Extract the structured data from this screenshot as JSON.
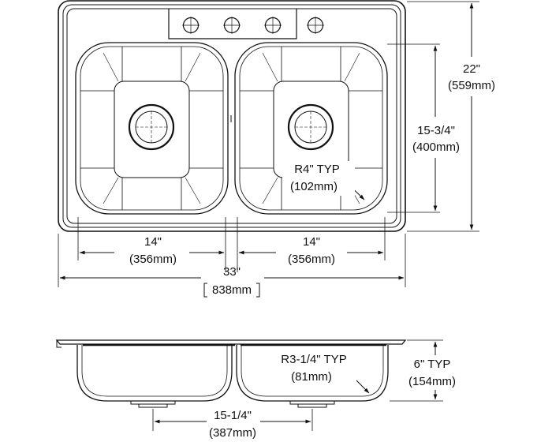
{
  "top_view": {
    "width_left_bowl": {
      "in": "14\"",
      "mm": "(356mm)"
    },
    "width_right_bowl": {
      "in": "14\"",
      "mm": "(356mm)"
    },
    "overall_width": {
      "in": "33\"",
      "mm": "838mm"
    },
    "overall_depth": {
      "in": "22\"",
      "mm": "(559mm)"
    },
    "bowl_depth": {
      "in": "15-3/4\"",
      "mm": "(400mm)"
    },
    "corner_radius": {
      "in": "R4\" TYP",
      "mm": "(102mm)"
    },
    "faucet_holes": 4
  },
  "side_view": {
    "bowl_depth": {
      "in": "6\" TYP",
      "mm": "(154mm)"
    },
    "bottom_radius": {
      "in": "R3-1/4\" TYP",
      "mm": "(81mm)"
    },
    "drain_spacing": {
      "in": "15-1/4\"",
      "mm": "(387mm)"
    }
  }
}
